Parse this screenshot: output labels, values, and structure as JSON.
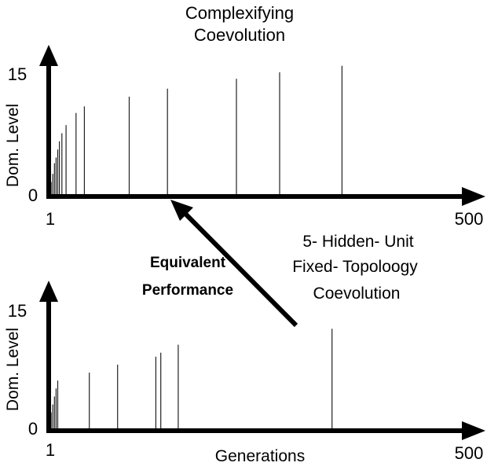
{
  "chart_data": [
    {
      "type": "bar",
      "title_lines": [
        "Complexifying",
        "Coevolution"
      ],
      "xlabel": "",
      "ylabel": "Dom. Level",
      "xlim": [
        1,
        500
      ],
      "ylim": [
        0,
        15
      ],
      "x_tick_labels": [
        "1",
        "500"
      ],
      "y_tick_labels": [
        "0",
        "15"
      ],
      "x": [
        2,
        4,
        6,
        8,
        10,
        12,
        15,
        20,
        32,
        42,
        96,
        142,
        225,
        277,
        352
      ],
      "values": [
        1.5,
        2.5,
        3.8,
        4.5,
        5.5,
        6.5,
        7.5,
        8.5,
        10,
        10.8,
        12,
        13,
        14.2,
        15,
        15.8
      ],
      "grid": false
    },
    {
      "type": "bar",
      "title_lines": [],
      "xlabel": "Generations",
      "ylabel": "Dom. Level",
      "xlim": [
        1,
        500
      ],
      "ylim": [
        0,
        15
      ],
      "x_tick_labels": [
        "1",
        "500"
      ],
      "y_tick_labels": [
        "0",
        "15"
      ],
      "x": [
        2,
        4,
        6,
        8,
        10,
        48,
        82,
        128,
        134,
        155,
        340
      ],
      "values": [
        2,
        3,
        4,
        5,
        6,
        7,
        8,
        9,
        9.5,
        10.5,
        12.5
      ],
      "grid": false
    }
  ],
  "annotations": {
    "fixed_label_lines": [
      "5- Hidden- Unit",
      "Fixed- Topoloogy",
      "Coevolution"
    ],
    "equivalent_lines": [
      "Equivalent",
      "Performance"
    ]
  }
}
